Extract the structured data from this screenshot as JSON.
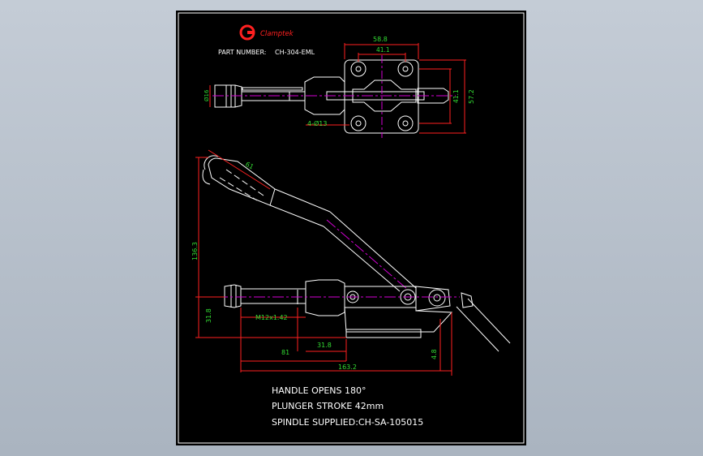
{
  "logo": {
    "brand": "Clamptek"
  },
  "title_block": {
    "part_number_label": "PART NUMBER:",
    "part_number": "CH-304-EML"
  },
  "dimensions": {
    "top_width_outer": "58.8",
    "top_width_inner": "41.1",
    "top_height_inner": "41.1",
    "top_height_outer": "57.2",
    "plunger_dia": "Ø16",
    "holes": "4-Ø13",
    "handle_length": "61",
    "total_height": "136.3",
    "base_height": "31.8",
    "thread": "M12x1.42",
    "offset": "31.8",
    "length_81": "81",
    "base_thickness": "4.8",
    "overall_length": "163.2"
  },
  "notes": [
    "HANDLE OPENS 180°",
    "PLUNGER STROKE 42mm",
    "SPINDLE SUPPLIED:CH-SA-105015"
  ],
  "colors": {
    "background": "#b4bec9",
    "sheet": "#000000",
    "outline": "#ffffff",
    "centerline": "#d400d4",
    "dimension": "#ff2020",
    "dimension_text": "#33dd33",
    "logo": "#ff2020"
  }
}
